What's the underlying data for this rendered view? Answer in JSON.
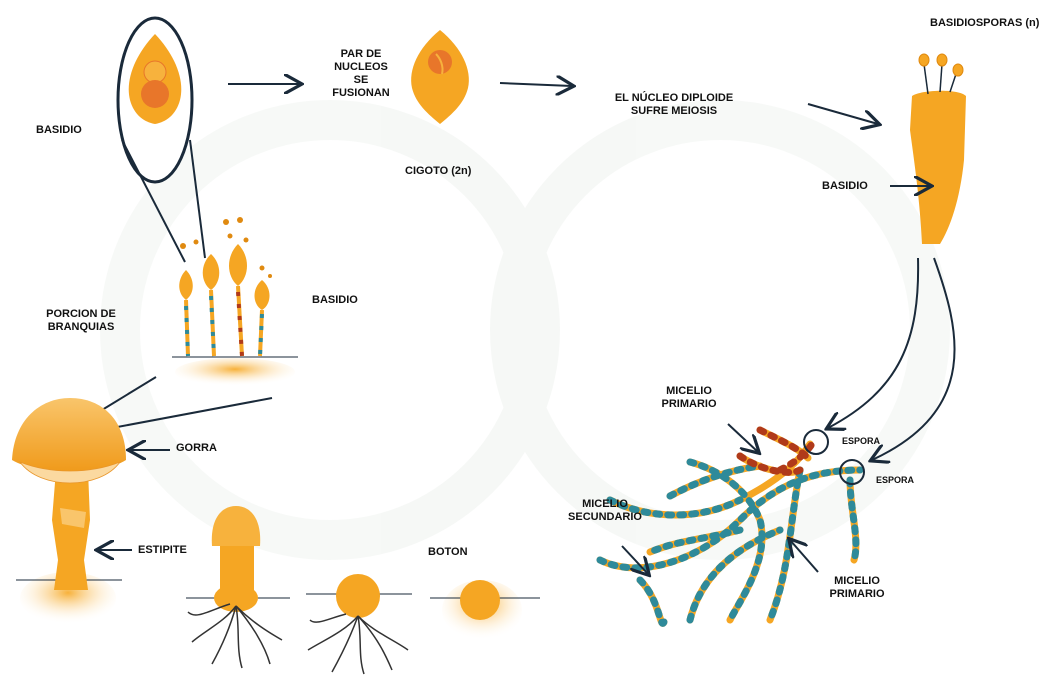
{
  "labels": {
    "basidio_top": "BASIDIO",
    "par_nucleos": "PAR DE\nNUCLEOS\nSE\nFUSIONAN",
    "cigoto": "CIGOTO (2n)",
    "nucleo_diploide": "EL NÚCLEO DIPLOIDE\nSUFRE MEIOSIS",
    "basidiosporas": "BASIDIOSPORAS (n)",
    "basidio_right": "BASIDIO",
    "basidio_mid": "BASIDIO",
    "porcion_branquias": "PORCION DE\nBRANQUIAS",
    "gorra": "GORRA",
    "estipite": "ESTIPITE",
    "boton": "BOTON",
    "micelio_primario_top": "MICELIO\nPRIMARIO",
    "espora_1": "ESPORA",
    "espora_2": "ESPORA",
    "micelio_secundario": "MICELIO\nSECUNDARIO",
    "micelio_primario_bottom": "MICELIO\nPRIMARIO"
  },
  "colors": {
    "orange": "#f5a623",
    "orange_light": "#f9c56b",
    "orange_dark": "#e08a10",
    "nucleus": "#e8762a",
    "hypha_blue": "#2e8a9a",
    "hypha_red": "#b03a1a",
    "line": "#1a2a3a"
  }
}
